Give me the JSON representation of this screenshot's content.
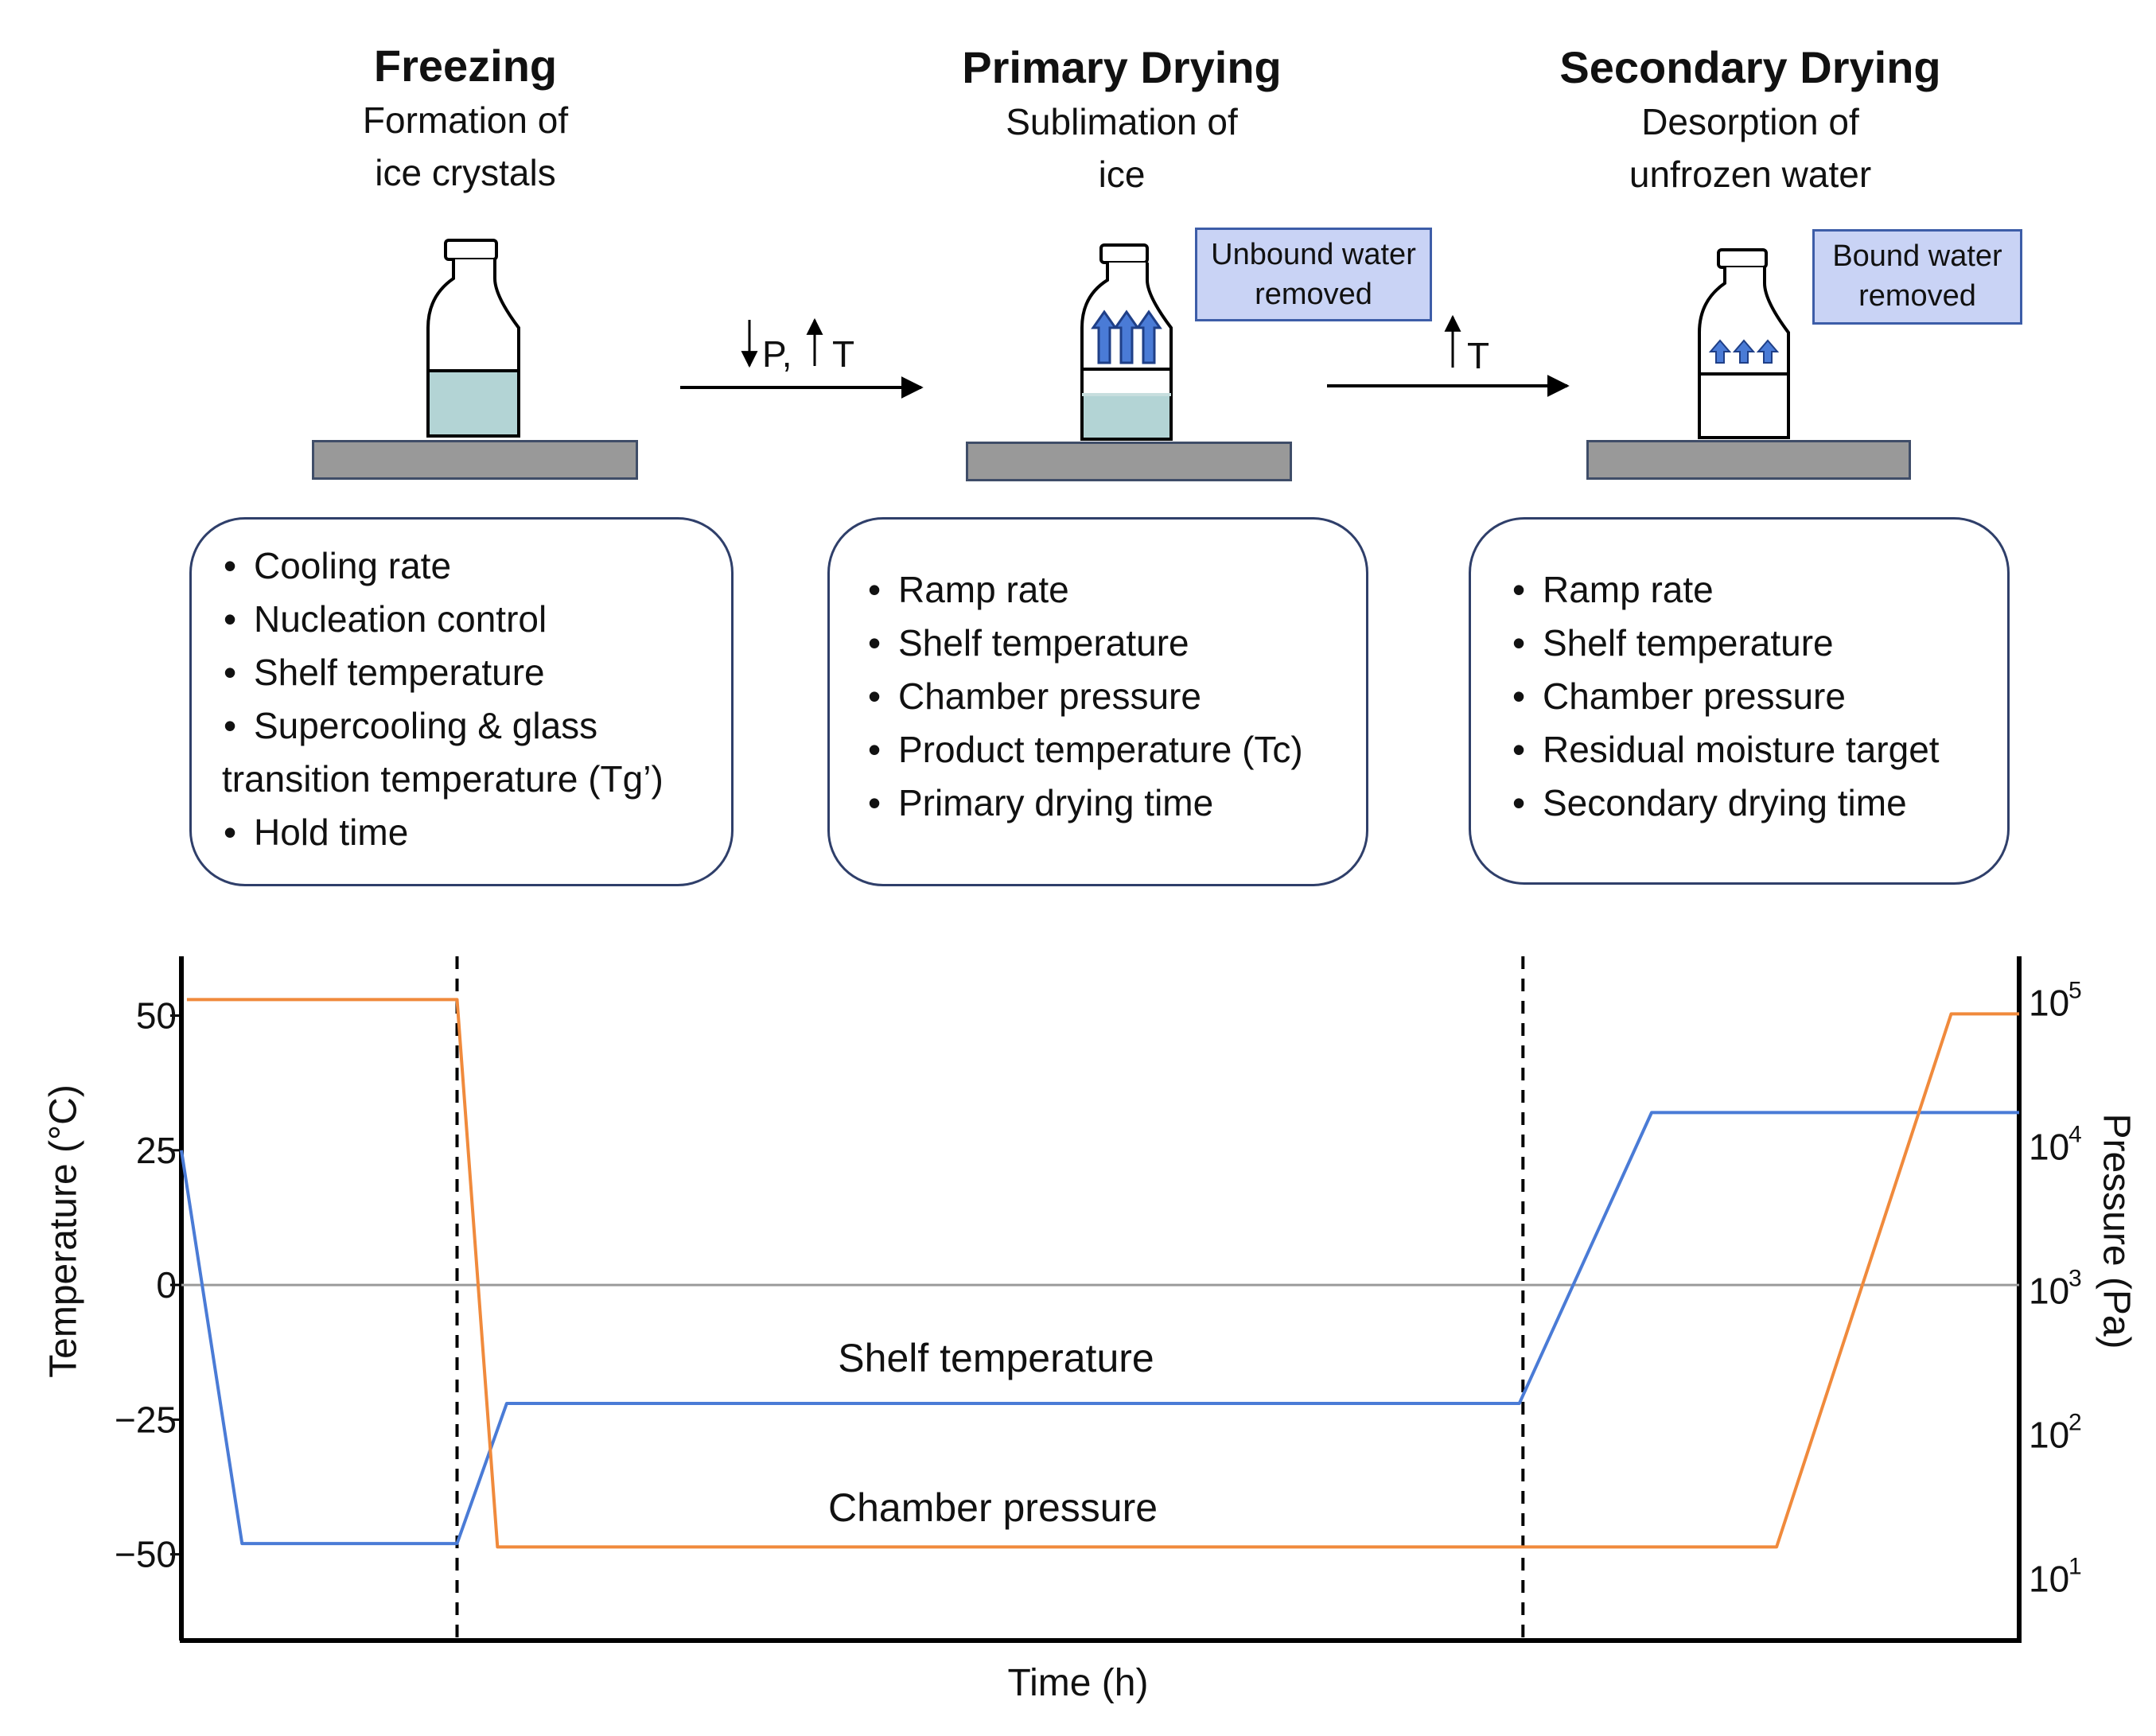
{
  "stages": [
    {
      "title": "Freezing",
      "subtitle_lines": [
        "Formation of",
        "ice crystals"
      ]
    },
    {
      "title": "Primary Drying",
      "subtitle_lines": [
        "Sublimation of",
        "ice"
      ],
      "tag_lines": [
        "Unbound water",
        "removed"
      ]
    },
    {
      "title": "Secondary Drying",
      "subtitle_lines": [
        "Desorption of",
        "unfrozen water"
      ],
      "tag_lines": [
        "Bound water",
        "removed"
      ]
    }
  ],
  "transitions": [
    {
      "label": "P,",
      "label2": "T",
      "arrow_dirs": [
        "down",
        "up"
      ]
    },
    {
      "label": "T",
      "arrow_dirs": [
        "up"
      ]
    }
  ],
  "parameter_panels": [
    {
      "items": [
        "Cooling rate",
        "Nucleation control",
        "Shelf temperature",
        "Supercooling & glass",
        "transition temperature (Tg’)",
        "Hold time"
      ]
    },
    {
      "items": [
        "Ramp rate",
        "Shelf temperature",
        "Chamber pressure",
        "Product temperature (Tc)",
        "Primary drying time"
      ]
    },
    {
      "items": [
        "Ramp rate",
        "Shelf temperature",
        "Chamber pressure",
        "Residual moisture target",
        "Secondary drying time"
      ]
    }
  ],
  "chart_data": {
    "type": "line",
    "xlabel": "Time (h)",
    "ylabel_left": "Temperature (°C)",
    "ylabel_right": "Pressure (Pa)",
    "left_ticks": [
      "50",
      "25",
      "0",
      "−25",
      "−50"
    ],
    "left_tick_values": [
      50,
      25,
      0,
      -25,
      -50
    ],
    "right_ticks": [
      "10",
      "10",
      "10",
      "10",
      "10"
    ],
    "right_tick_exponents": [
      "5",
      "4",
      "3",
      "2",
      "1"
    ],
    "ylim_left": [
      -66,
      61
    ],
    "right_log_range": [
      0.55,
      5.3
    ],
    "xlim": [
      0,
      100
    ],
    "phase_boundaries_x": [
      15,
      73
    ],
    "series": [
      {
        "name": "Shelf temperature",
        "axis": "left",
        "color": "#4a7bd6",
        "x": [
          0,
          3.3,
          15,
          17.7,
          72.8,
          80,
          100
        ],
        "y": [
          25,
          -48,
          -48,
          -22,
          -22,
          32,
          32
        ]
      },
      {
        "name": "Chamber pressure",
        "axis": "right",
        "color": "#f08a3c",
        "x": [
          0.3,
          15,
          17.2,
          86.8,
          96.3,
          100
        ],
        "log10_y": [
          5.0,
          5.0,
          1.2,
          1.2,
          4.9,
          4.9
        ]
      }
    ],
    "annotations": [
      "Shelf temperature",
      "Chamber pressure"
    ]
  }
}
